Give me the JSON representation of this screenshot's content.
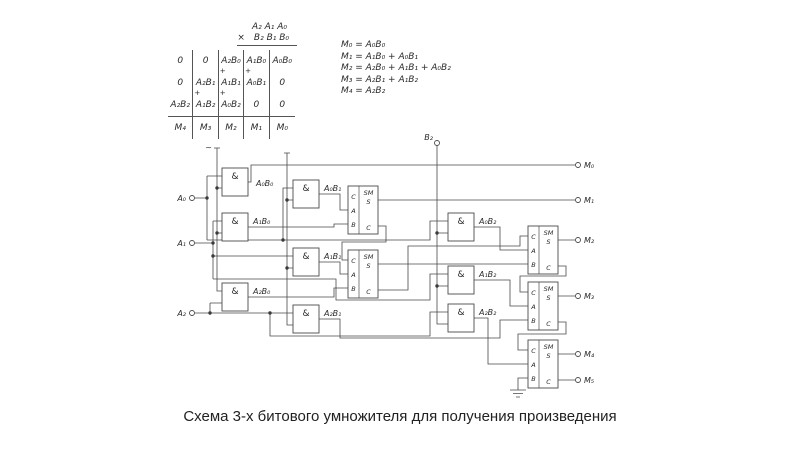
{
  "caption": "Схема 3-х битового умножителя для получения произведения",
  "mult_table": {
    "multiply_sign": "×",
    "multiplicand": "A₂ A₁ A₀",
    "multiplier": "B₂ B₁ B₀",
    "rows": [
      {
        "cells": [
          "0",
          "0",
          "A₂B₀",
          "A₁B₀",
          "A₀B₀"
        ]
      },
      {
        "cells": [
          "0",
          "A₂B₁",
          "A₁B₁",
          "A₀B₁",
          "0"
        ],
        "plus": [
          "",
          "",
          "+",
          "+",
          ""
        ]
      },
      {
        "cells": [
          "A₂B₂",
          "A₁B₂",
          "A₀B₂",
          "0",
          "0"
        ],
        "plus": [
          "",
          "+",
          "+",
          "",
          ""
        ]
      }
    ],
    "result": [
      "M₄",
      "M₃",
      "M₂",
      "M₁",
      "M₀"
    ]
  },
  "equations": [
    "M₀ = A₀B₀",
    "M₁ = A₁B₀ + A₀B₁",
    "M₂ = A₂B₀ + A₁B₁ + A₀B₂",
    "M₃ = A₂B₁ + A₁B₂",
    "M₄ = A₂B₂"
  ],
  "circuit": {
    "and_symbol": "&",
    "inputs": {
      "a0": "A₀",
      "a1": "A₁",
      "a2": "A₂",
      "b2": "B₂",
      "b0_mark": "~"
    },
    "gates": {
      "a0b0": "A₀B₀",
      "a1b0": "A₁B₀",
      "a2b0": "A₂B₀",
      "a0b1": "A₀B₁",
      "a1b1": "A₁B₁",
      "a2b1": "A₂B₁",
      "a0b2": "A₀B₂",
      "a1b2": "A₁B₂",
      "a2b2": "A₂B₂"
    },
    "adder": {
      "label": "SM",
      "in_c": "C",
      "in_a": "A",
      "in_b": "B",
      "out_s": "S",
      "out_c": "C"
    },
    "outputs": {
      "m0": "M₀",
      "m1": "M₁",
      "m2": "M₂",
      "m3": "M₃",
      "m4": "M₄",
      "m5": "M₅"
    }
  }
}
